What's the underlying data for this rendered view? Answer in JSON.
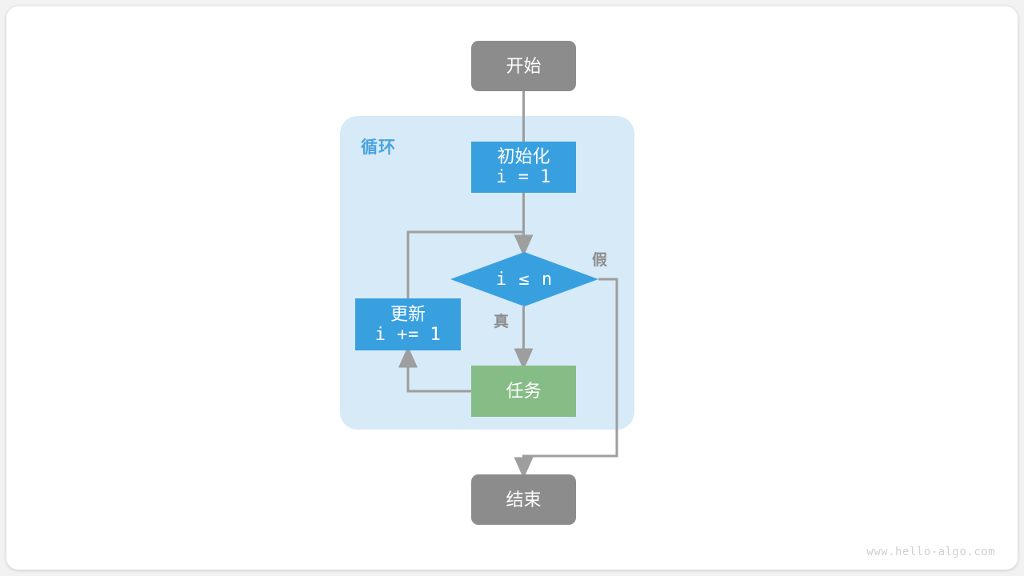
{
  "page": {
    "watermark": "www.hello-algo.com",
    "background_color": "#f2f2f2",
    "card_color": "#ffffff"
  },
  "palette": {
    "terminal": "#8c8c8c",
    "process_blue": "#39a0e0",
    "process_green": "#86bc85",
    "loop_container": "#d6eaf8",
    "loop_label": "#4aa3df",
    "edge": "#9e9e9e",
    "node_text": "#ffffff",
    "edge_label": "#8c8c8c"
  },
  "loop_container": {
    "label": "循环"
  },
  "nodes": {
    "start": {
      "label": "开始",
      "shape": "rounded-rect",
      "role": "terminal"
    },
    "init": {
      "title": "初始化",
      "code": "i = 1",
      "shape": "rect",
      "role": "process"
    },
    "condition": {
      "code": "i ≤ n",
      "shape": "diamond",
      "role": "decision"
    },
    "update": {
      "title": "更新",
      "code": "i += 1",
      "shape": "rect",
      "role": "process"
    },
    "task": {
      "label": "任务",
      "shape": "rect",
      "role": "process"
    },
    "end": {
      "label": "结束",
      "shape": "rounded-rect",
      "role": "terminal"
    }
  },
  "edge_labels": {
    "true": "真",
    "false": "假"
  },
  "edges": [
    {
      "from": "start",
      "to": "init",
      "label": ""
    },
    {
      "from": "init",
      "to": "condition",
      "label": ""
    },
    {
      "from": "condition",
      "to": "task",
      "label": "真"
    },
    {
      "from": "condition",
      "to": "end",
      "label": "假"
    },
    {
      "from": "task",
      "to": "update",
      "label": ""
    },
    {
      "from": "update",
      "to": "condition",
      "label": ""
    }
  ]
}
